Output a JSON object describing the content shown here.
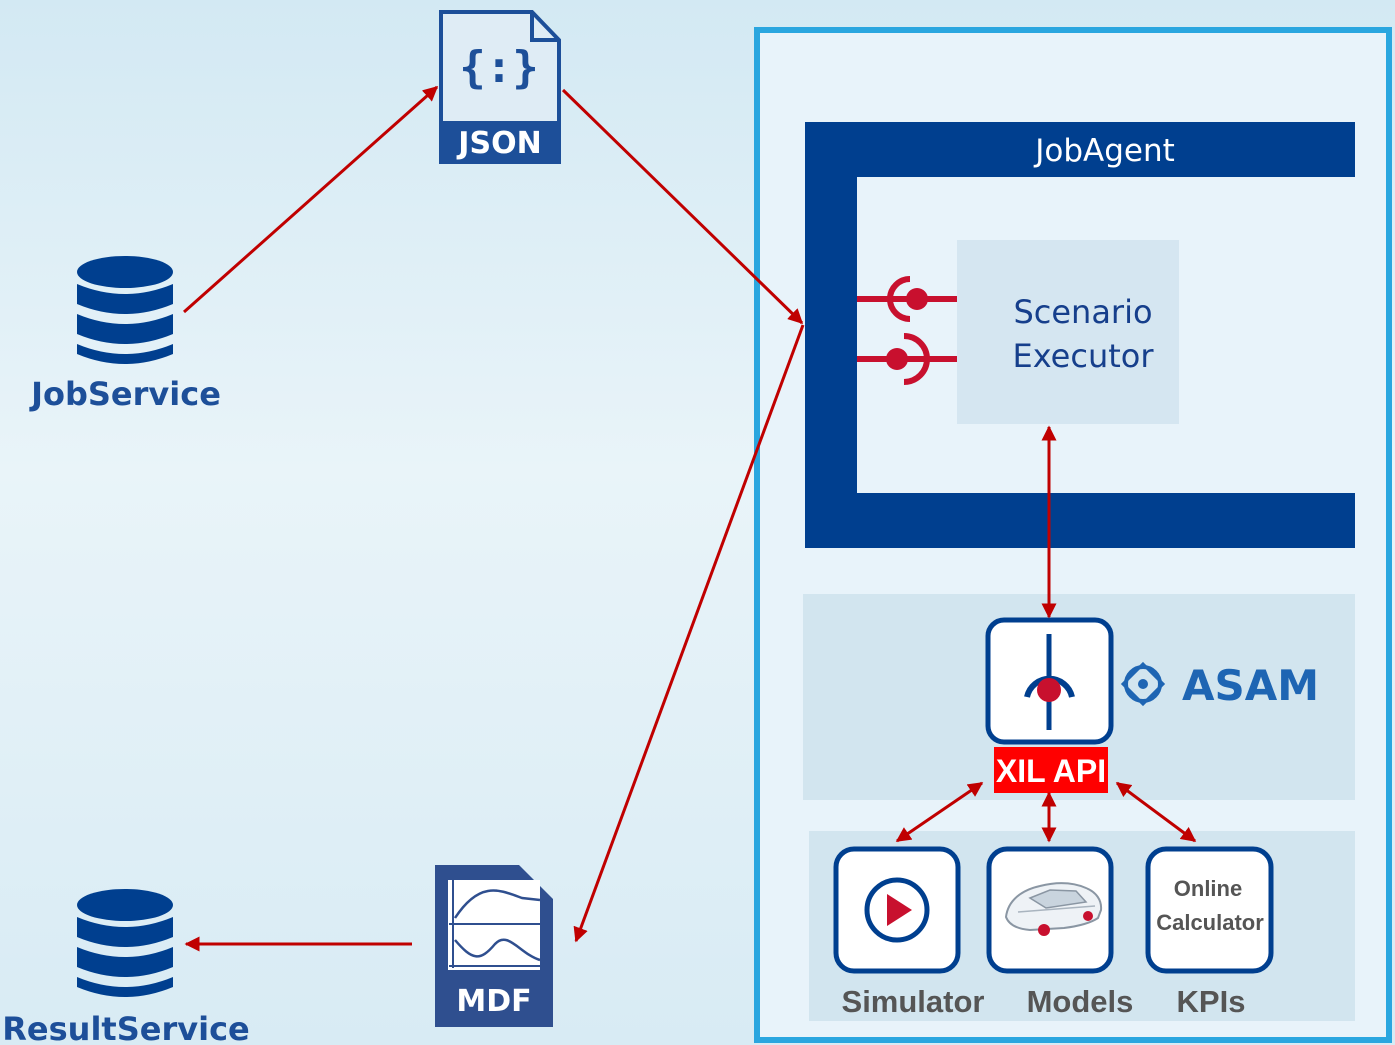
{
  "services": {
    "job_service": "JobService",
    "result_service": "ResultService"
  },
  "files": {
    "json_icon_glyph": "{:}",
    "json_label": "JSON",
    "mdf_label": "MDF"
  },
  "job_agent": {
    "title": "JobAgent",
    "executor_line1": "Scenario",
    "executor_line2": "Executor"
  },
  "xil": {
    "label": "XIL API",
    "standard_brand": "ASAM"
  },
  "tools": {
    "simulator": "Simulator",
    "models": "Models",
    "kpis": "KPIs",
    "kpi_icon_line1": "Online",
    "kpi_icon_line2": "Calculator"
  },
  "icons": {
    "database": "database-icon",
    "json_file": "json-file-icon",
    "mdf_file": "mdf-file-icon",
    "play": "play-icon",
    "car": "car-icon",
    "interface_socket": "interface-socket-icon",
    "asam_logo": "asam-logo-icon"
  },
  "colors": {
    "navy": "#003f8f",
    "arrow_red": "#c00000",
    "connector_red": "#c8102e",
    "frame_blue": "#2aa6df",
    "xil_red": "#ff0000"
  }
}
